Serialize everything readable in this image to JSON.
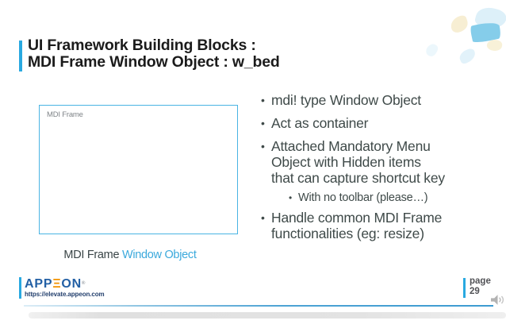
{
  "colors": {
    "accent_cyan": "#29a9e0",
    "diagram_border": "#49b4e3",
    "appeon_blue": "#2360a5",
    "appeon_orange": "#f29200",
    "body_text": "#3f4a49"
  },
  "title": {
    "line1": "UI Framework Building Blocks :",
    "line2": "MDI Frame Window Object : w_bed"
  },
  "diagram": {
    "box_label": "MDI Frame",
    "caption_dark": "MDI Frame ",
    "caption_accent": "Window Object"
  },
  "bullets": [
    {
      "level": 1,
      "text": "mdi! type Window Object"
    },
    {
      "level": 1,
      "text": "Act as container"
    },
    {
      "level": 1,
      "text": "Attached Mandatory Menu\nObject with Hidden items\nthat can capture shortcut key"
    },
    {
      "level": 2,
      "text": "With no toolbar (please…)"
    },
    {
      "level": 1,
      "text": "Handle common MDI Frame\nfunctionalities (eg: resize)"
    }
  ],
  "footer": {
    "logo_part1": "APP",
    "logo_part2": "Ξ",
    "logo_part3": "ON",
    "logo_registered": "®",
    "url": "https://elevate.appeon.com",
    "page_label": "page",
    "page_number": "29"
  }
}
